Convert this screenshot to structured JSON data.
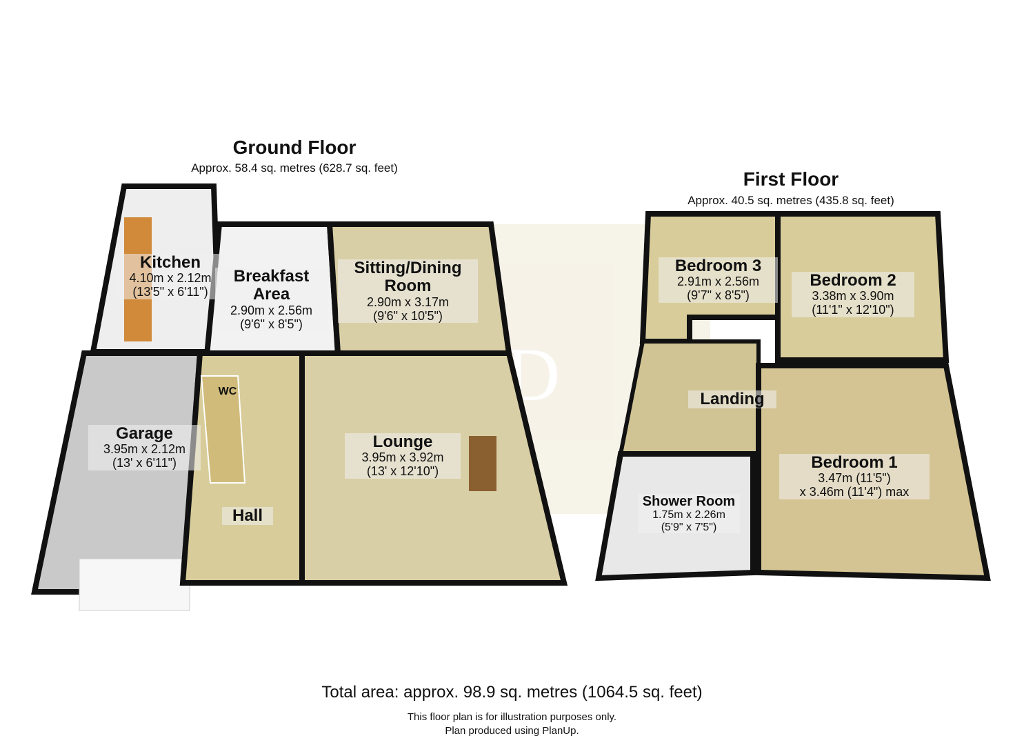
{
  "ground_floor": {
    "title": "Ground Floor",
    "area": "Approx. 58.4 sq. metres (628.7 sq. feet)",
    "rooms": [
      {
        "name": "Kitchen",
        "metric": "4.10m x 2.12m",
        "imperial": "(13'5\" x 6'11\")"
      },
      {
        "name": "Breakfast Area",
        "metric": "2.90m x 2.56m",
        "imperial": "(9'6\" x 8'5\")"
      },
      {
        "name": "Sitting/Dining Room",
        "metric": "2.90m x 3.17m",
        "imperial": "(9'6\" x 10'5\")"
      },
      {
        "name": "Garage",
        "metric": "3.95m x 2.12m",
        "imperial": "(13' x 6'11\")"
      },
      {
        "name": "Lounge",
        "metric": "3.95m x 3.92m",
        "imperial": "(13' x 12'10\")"
      },
      {
        "name": "WC"
      },
      {
        "name": "Hall"
      }
    ]
  },
  "first_floor": {
    "title": "First Floor",
    "area": "Approx. 40.5 sq. metres (435.8 sq. feet)",
    "rooms": [
      {
        "name": "Bedroom 3",
        "metric": "2.91m x 2.56m",
        "imperial": "(9'7\" x 8'5\")"
      },
      {
        "name": "Bedroom 2",
        "metric": "3.38m x 3.90m",
        "imperial": "(11'1\" x 12'10\")"
      },
      {
        "name": "Landing"
      },
      {
        "name": "Bedroom 1",
        "metric": "3.47m (11'5\")",
        "imperial": "x 3.46m (11'4\") max"
      },
      {
        "name": "Shower Room",
        "metric": "1.75m x 2.26m",
        "imperial": "(5'9\" x 7'5\")"
      }
    ]
  },
  "footer": {
    "total": "Total area: approx. 98.9 sq. metres (1064.5 sq. feet)",
    "disclaimer": "This floor plan is for illustration purposes only.",
    "credit": "Plan produced using PlanUp."
  },
  "watermark": "SD"
}
